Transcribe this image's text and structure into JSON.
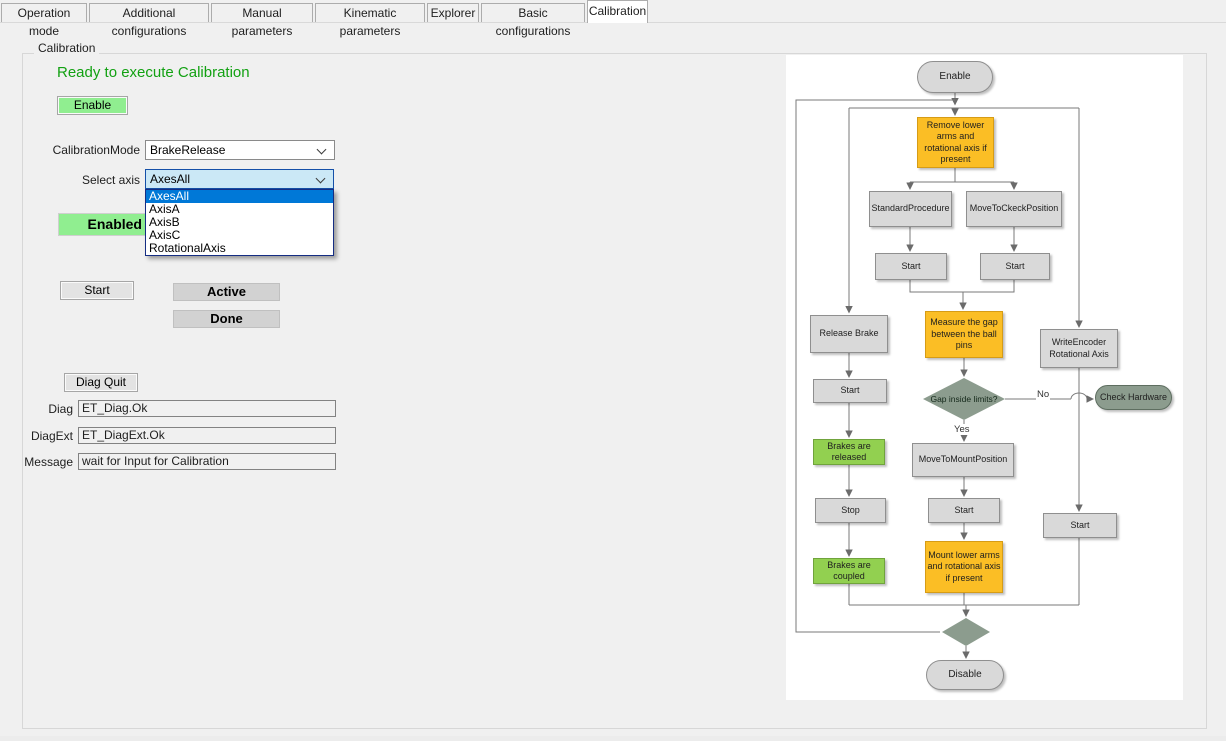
{
  "tabs": [
    {
      "label": "Operation mode",
      "active": false
    },
    {
      "label": "Additional configurations",
      "active": false
    },
    {
      "label": "Manual parameters",
      "active": false
    },
    {
      "label": "Kinematic parameters",
      "active": false
    },
    {
      "label": "Explorer",
      "active": false
    },
    {
      "label": "Basic configurations",
      "active": false
    },
    {
      "label": "Calibration",
      "active": true
    }
  ],
  "group_title": "Calibration",
  "panel": {
    "status_title": "Ready to execute Calibration",
    "enable_button": "Enable",
    "calibration_mode": {
      "label": "CalibrationMode",
      "value": "BrakeRelease"
    },
    "select_axis": {
      "label": "Select axis",
      "value": "AxesAll",
      "options": [
        "AxesAll",
        "AxisA",
        "AxisB",
        "AxisC",
        "RotationalAxis"
      ],
      "selected_option": "AxesAll"
    },
    "enabled_label": "Enabled",
    "start_button": "Start",
    "active_label": "Active",
    "done_label": "Done",
    "diag_quit_button": "Diag Quit",
    "fields": [
      {
        "label": "Diag",
        "value": "ET_Diag.Ok"
      },
      {
        "label": "DiagExt",
        "value": "ET_DiagExt.Ok"
      },
      {
        "label": "Message",
        "value": "wait for Input for Calibration"
      }
    ]
  },
  "flowchart": {
    "nodes": {
      "enable": "Enable",
      "remove_lower": "Remove lower arms and rotational axis if present",
      "standard_procedure": "StandardProcedure",
      "move_to_check": "MoveToCkeckPosition",
      "start_a": "Start",
      "start_b": "Start",
      "release_brake": "Release Brake",
      "measure_gap": "Measure the gap between the ball pins",
      "write_encoder": "WriteEncoder Rotational Axis",
      "start_left": "Start",
      "gap_diamond": "Gap inside limits?",
      "check_hardware": "Check Hardware",
      "brakes_released": "Brakes are released",
      "move_to_mount": "MoveToMountPosition",
      "stop": "Stop",
      "start_mid": "Start",
      "start_right": "Start",
      "brakes_coupled": "Brakes are coupled",
      "mount_lower": "Mount lower arms and rotational axis if present",
      "disable": "Disable"
    },
    "edge_labels": {
      "no": "No",
      "yes": "Yes"
    }
  },
  "colors": {
    "accent_blue": "#0078D7",
    "focused_combo_fill": "#CBE8F6",
    "status_green": "#90EE90",
    "title_green": "#12A112",
    "flow_orange": "#FBBE25",
    "flow_green": "#92D050",
    "flow_sage": "#8C9C8E",
    "flow_gray": "#D9D9D9"
  }
}
